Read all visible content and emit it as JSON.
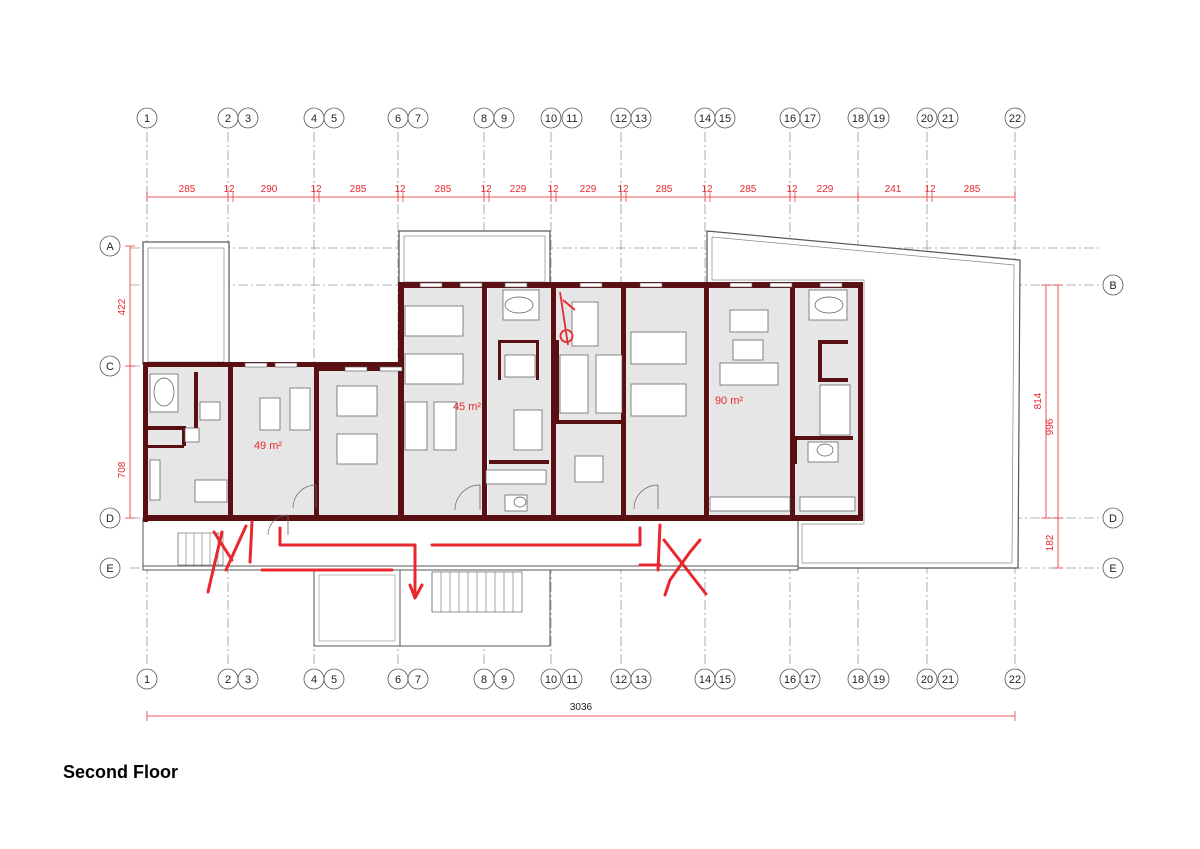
{
  "title": "Second Floor",
  "grid": {
    "columns": [
      "1",
      "2",
      "3",
      "4",
      "5",
      "6",
      "7",
      "8",
      "9",
      "10",
      "11",
      "12",
      "13",
      "14",
      "15",
      "16",
      "17",
      "18",
      "19",
      "20",
      "21",
      "22"
    ],
    "rows_left": [
      "A",
      "C",
      "D",
      "E"
    ],
    "rows_right": [
      "B",
      "D",
      "E"
    ]
  },
  "dimensions": {
    "top": [
      "285",
      "12",
      "290",
      "12",
      "285",
      "12",
      "285",
      "12",
      "229",
      "12",
      "229",
      "12",
      "285",
      "12",
      "285",
      "12",
      "229",
      "241",
      "12",
      "285"
    ],
    "left": [
      "422",
      "708"
    ],
    "right": [
      "814",
      "996",
      "182"
    ],
    "total": "3036"
  },
  "areas": [
    "49 m²",
    "45 m²",
    "90 m²"
  ],
  "colors": {
    "wall": "#5a0f12",
    "annotation": "#e8282e",
    "floor": "#e6e6e6",
    "grid": "#9a9a9a"
  }
}
